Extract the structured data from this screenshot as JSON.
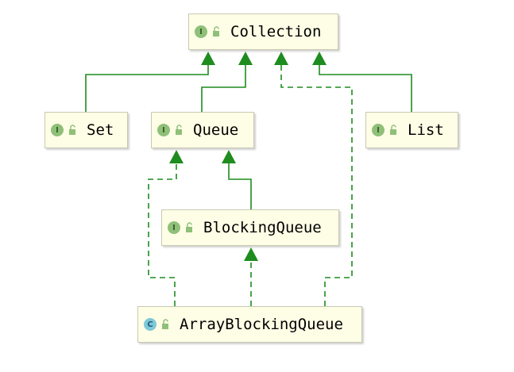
{
  "colors": {
    "edge": "#1e8c1e",
    "interface_badge": "#8fc079",
    "class_badge": "#7ec8d8",
    "node_fill": "#fefee6"
  },
  "nodes": {
    "collection": {
      "label": "Collection",
      "kind": "I",
      "kind_icon": "interface-badge-icon"
    },
    "set": {
      "label": "Set",
      "kind": "I",
      "kind_icon": "interface-badge-icon"
    },
    "queue": {
      "label": "Queue",
      "kind": "I",
      "kind_icon": "interface-badge-icon"
    },
    "list": {
      "label": "List",
      "kind": "I",
      "kind_icon": "interface-badge-icon"
    },
    "blocking_queue": {
      "label": "BlockingQueue",
      "kind": "I",
      "kind_icon": "interface-badge-icon"
    },
    "array_blocking_queue": {
      "label": "ArrayBlockingQueue",
      "kind": "C",
      "kind_icon": "class-badge-icon"
    }
  },
  "edges": [
    {
      "from": "Set",
      "to": "Collection",
      "style": "solid",
      "meaning": "extends"
    },
    {
      "from": "Queue",
      "to": "Collection",
      "style": "solid",
      "meaning": "extends"
    },
    {
      "from": "List",
      "to": "Collection",
      "style": "solid",
      "meaning": "extends"
    },
    {
      "from": "BlockingQueue",
      "to": "Queue",
      "style": "solid",
      "meaning": "extends"
    },
    {
      "from": "ArrayBlockingQueue",
      "to": "BlockingQueue",
      "style": "dashed",
      "meaning": "implements"
    },
    {
      "from": "ArrayBlockingQueue",
      "to": "Queue",
      "style": "dashed",
      "meaning": "implements"
    },
    {
      "from": "ArrayBlockingQueue",
      "to": "Collection",
      "style": "dashed",
      "meaning": "implements"
    }
  ]
}
